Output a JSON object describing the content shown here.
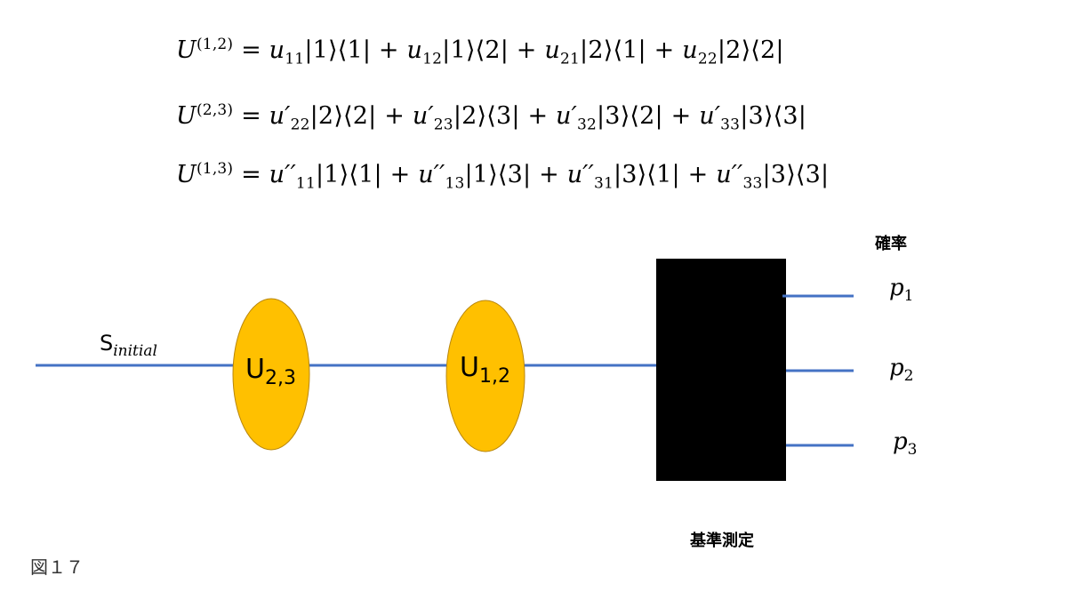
{
  "equations": {
    "eq1": {
      "lhs": "U",
      "sup": "(1,2)",
      "terms": [
        {
          "coef": "u",
          "sub": "11",
          "ket": "1",
          "bra": "1"
        },
        {
          "coef": "u",
          "sub": "12",
          "ket": "1",
          "bra": "2"
        },
        {
          "coef": "u",
          "sub": "21",
          "ket": "2",
          "bra": "1"
        },
        {
          "coef": "u",
          "sub": "22",
          "ket": "2",
          "bra": "2"
        }
      ]
    },
    "eq2": {
      "lhs": "U",
      "sup": "(2,3)",
      "terms": [
        {
          "coef": "u′",
          "sub": "22",
          "ket": "2",
          "bra": "2"
        },
        {
          "coef": "u′",
          "sub": "23",
          "ket": "2",
          "bra": "3"
        },
        {
          "coef": "u′",
          "sub": "32",
          "ket": "3",
          "bra": "2"
        },
        {
          "coef": "u′",
          "sub": "33",
          "ket": "3",
          "bra": "3"
        }
      ]
    },
    "eq3": {
      "lhs": "U",
      "sup": "(1,3)",
      "terms": [
        {
          "coef": "u′′",
          "sub": "11",
          "ket": "1",
          "bra": "1"
        },
        {
          "coef": "u′′",
          "sub": "13",
          "ket": "1",
          "bra": "3"
        },
        {
          "coef": "u′′",
          "sub": "31",
          "ket": "3",
          "bra": "1"
        },
        {
          "coef": "u′′",
          "sub": "33",
          "ket": "3",
          "bra": "3"
        }
      ]
    }
  },
  "diagram": {
    "input_state": {
      "base": "S",
      "sub": "initial"
    },
    "operators": [
      {
        "base": "U",
        "sub": "2,3"
      },
      {
        "base": "U",
        "sub": "1,2"
      }
    ],
    "measurement_label": "基準測定",
    "probability_header": "確率",
    "probabilities": [
      {
        "base": "p",
        "sub": "1"
      },
      {
        "base": "p",
        "sub": "2"
      },
      {
        "base": "p",
        "sub": "3"
      }
    ],
    "colors": {
      "wire": "#4472c4",
      "operator": "#ffc000",
      "measurement": "#000000"
    }
  },
  "figure_label": "図１７"
}
